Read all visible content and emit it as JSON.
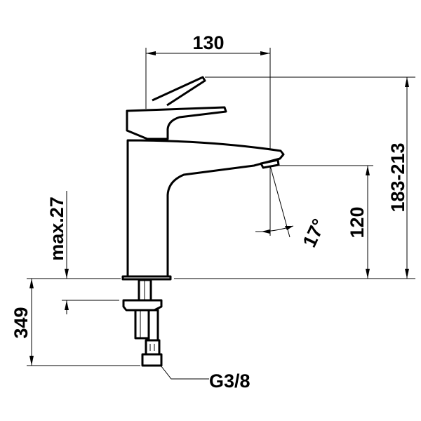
{
  "dimensions": {
    "spout_reach": "130",
    "total_height": "183-213",
    "spout_height": "120",
    "max_thickness": "max.27",
    "shank_length": "349",
    "connection": "G3/8",
    "spray_angle": "17°"
  },
  "colors": {
    "line": "#000000",
    "background": "#ffffff"
  }
}
